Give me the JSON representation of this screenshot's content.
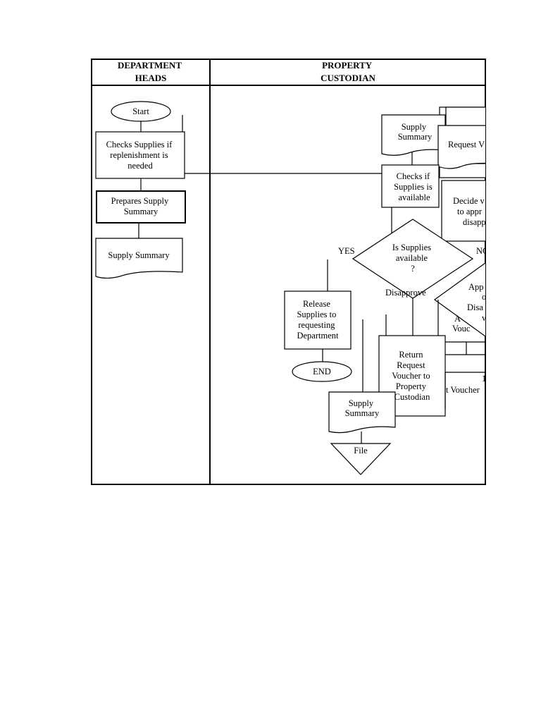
{
  "lanes": {
    "department_heads": [
      "DEPARTMENT",
      "HEADS"
    ],
    "property_custodian": [
      "PROPERTY",
      "CUSTODIAN"
    ]
  },
  "nodes": {
    "start": "Start",
    "checks_supplies": [
      "Checks Supplies if",
      "replenishment is",
      "needed"
    ],
    "prepares_summary": [
      "Prepares Supply",
      "Summary"
    ],
    "supply_summary_dept": [
      "Supply Summary"
    ],
    "supply_summary_top": [
      "Supply",
      "Summary"
    ],
    "request_voucher": [
      "Request V"
    ],
    "checks_if_available": [
      "Checks if",
      "Supplies is",
      "available"
    ],
    "decide": [
      "Decide v",
      "to appr",
      "disapp"
    ],
    "is_supplies_available": [
      "Is Supplies",
      "available",
      "?"
    ],
    "yes": "YES",
    "no": "NO",
    "disapprove": "Disapprove",
    "approve_partial": [
      "App",
      "o",
      "Disa",
      "v"
    ],
    "voucher_partial": [
      "A",
      "Vouc"
    ],
    "release": [
      "Release",
      "Supplies to",
      "requesting",
      "Department"
    ],
    "end": "END",
    "return_request": [
      "Return",
      "Request",
      "Voucher to",
      "Property",
      "Custodian"
    ],
    "voucher_tail": [
      "1",
      "t Voucher"
    ],
    "supply_summary_bottom": [
      "Supply",
      "Summary"
    ],
    "file": "File"
  }
}
